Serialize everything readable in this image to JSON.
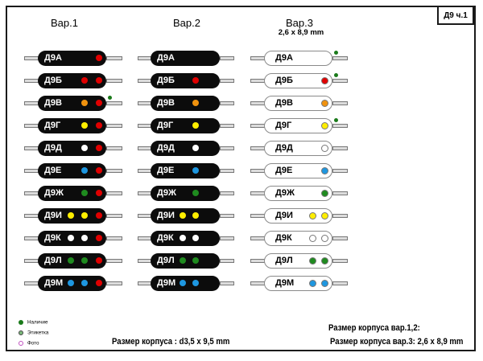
{
  "title_box": "Д9 ч.1",
  "colors": {
    "red": "#e00000",
    "orange": "#f0920e",
    "yellow": "#ffee00",
    "white": "#ffffff",
    "blue": "#1e97e0",
    "green": "#1f8b1f",
    "avail_green": "#1a7a1a"
  },
  "columns": [
    {
      "header": "Вар.1",
      "body": "black",
      "rows": [
        {
          "label": "Д9А",
          "dots": [
            "red"
          ],
          "avail": false
        },
        {
          "label": "Д9Б",
          "dots": [
            "red",
            "red"
          ],
          "avail": false
        },
        {
          "label": "Д9В",
          "dots": [
            "orange",
            "red"
          ],
          "avail": true
        },
        {
          "label": "Д9Г",
          "dots": [
            "yellow",
            "red"
          ],
          "avail": false
        },
        {
          "label": "Д9Д",
          "dots": [
            "white",
            "red"
          ],
          "avail": false
        },
        {
          "label": "Д9Е",
          "dots": [
            "blue",
            "red"
          ],
          "avail": false
        },
        {
          "label": "Д9Ж",
          "dots": [
            "green",
            "red"
          ],
          "avail": false
        },
        {
          "label": "Д9И",
          "dots": [
            "yellow",
            "yellow",
            "red"
          ],
          "avail": false
        },
        {
          "label": "Д9К",
          "dots": [
            "white",
            "white",
            "red"
          ],
          "avail": false
        },
        {
          "label": "Д9Л",
          "dots": [
            "green",
            "green",
            "red"
          ],
          "avail": false
        },
        {
          "label": "Д9М",
          "dots": [
            "blue",
            "blue",
            "red"
          ],
          "avail": false
        }
      ]
    },
    {
      "header": "Вар.2",
      "body": "black",
      "rows": [
        {
          "label": "Д9А",
          "dots": [],
          "avail": false
        },
        {
          "label": "Д9Б",
          "dots": [
            "red"
          ],
          "avail": false
        },
        {
          "label": "Д9В",
          "dots": [
            "orange"
          ],
          "avail": false
        },
        {
          "label": "Д9Г",
          "dots": [
            "yellow"
          ],
          "avail": false
        },
        {
          "label": "Д9Д",
          "dots": [
            "white"
          ],
          "avail": false
        },
        {
          "label": "Д9Е",
          "dots": [
            "blue"
          ],
          "avail": false
        },
        {
          "label": "Д9Ж",
          "dots": [
            "green"
          ],
          "avail": false
        },
        {
          "label": "Д9И",
          "dots": [
            "yellow",
            "yellow"
          ],
          "avail": false
        },
        {
          "label": "Д9К",
          "dots": [
            "white",
            "white"
          ],
          "avail": false
        },
        {
          "label": "Д9Л",
          "dots": [
            "green",
            "green"
          ],
          "avail": false
        },
        {
          "label": "Д9М",
          "dots": [
            "blue",
            "blue"
          ],
          "avail": false
        }
      ]
    },
    {
      "header": "Вар.3",
      "subheader": "2,6 x 8,9 mm",
      "body": "white",
      "rows": [
        {
          "label": "Д9А",
          "dots": [],
          "avail": true
        },
        {
          "label": "Д9Б",
          "dots": [
            "red"
          ],
          "avail": true
        },
        {
          "label": "Д9В",
          "dots": [
            "orange"
          ],
          "avail": false
        },
        {
          "label": "Д9Г",
          "dots": [
            "yellow"
          ],
          "avail": true
        },
        {
          "label": "Д9Д",
          "dots": [
            "white"
          ],
          "avail": false
        },
        {
          "label": "Д9Е",
          "dots": [
            "blue"
          ],
          "avail": false
        },
        {
          "label": "Д9Ж",
          "dots": [
            "green"
          ],
          "avail": false
        },
        {
          "label": "Д9И",
          "dots": [
            "yellow",
            "yellow"
          ],
          "avail": false
        },
        {
          "label": "Д9К",
          "dots": [
            "white",
            "white"
          ],
          "avail": false
        },
        {
          "label": "Д9Л",
          "dots": [
            "green",
            "green"
          ],
          "avail": false
        },
        {
          "label": "Д9М",
          "dots": [
            "blue",
            "blue"
          ],
          "avail": false
        }
      ]
    }
  ],
  "legend": {
    "items": [
      {
        "label": "Наличие",
        "style": "solid-green"
      },
      {
        "label": "Этикетка",
        "style": "ring-green"
      },
      {
        "label": "Фото",
        "style": "ring-magenta"
      }
    ]
  },
  "footer": {
    "center": "Размер корпуса : d3,5 x 9,5 mm",
    "right_line1": "Размер корпуса вар.1,2:",
    "right_line2": "Размер корпуса вар.3: 2,6 x 8,9 mm"
  }
}
